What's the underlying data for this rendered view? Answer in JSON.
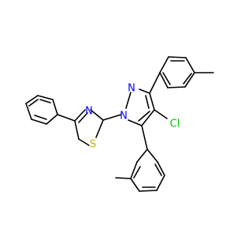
{
  "molecule": {
    "atoms": [
      {
        "id": "N_thiazole",
        "text": "N",
        "color": "#0000ff"
      },
      {
        "id": "S_thiazole",
        "text": "S",
        "color": "#b8b800"
      },
      {
        "id": "N_pyrazole_2",
        "text": "N",
        "color": "#0000ff"
      },
      {
        "id": "N_pyrazole_1",
        "text": "N",
        "color": "#0000ff"
      },
      {
        "id": "Cl_substituent",
        "text": "Cl",
        "color": "#00c400"
      }
    ]
  }
}
